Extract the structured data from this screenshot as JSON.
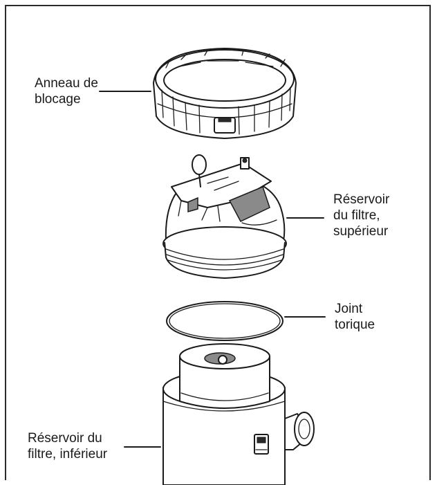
{
  "labels": {
    "locking_ring": "Anneau de\nblocage",
    "upper_tank": "Réservoir\ndu filtre,\nsupérieur",
    "o_ring": "Joint\ntorique",
    "lower_tank": "Réservoir du\nfiltre, inférieur"
  }
}
